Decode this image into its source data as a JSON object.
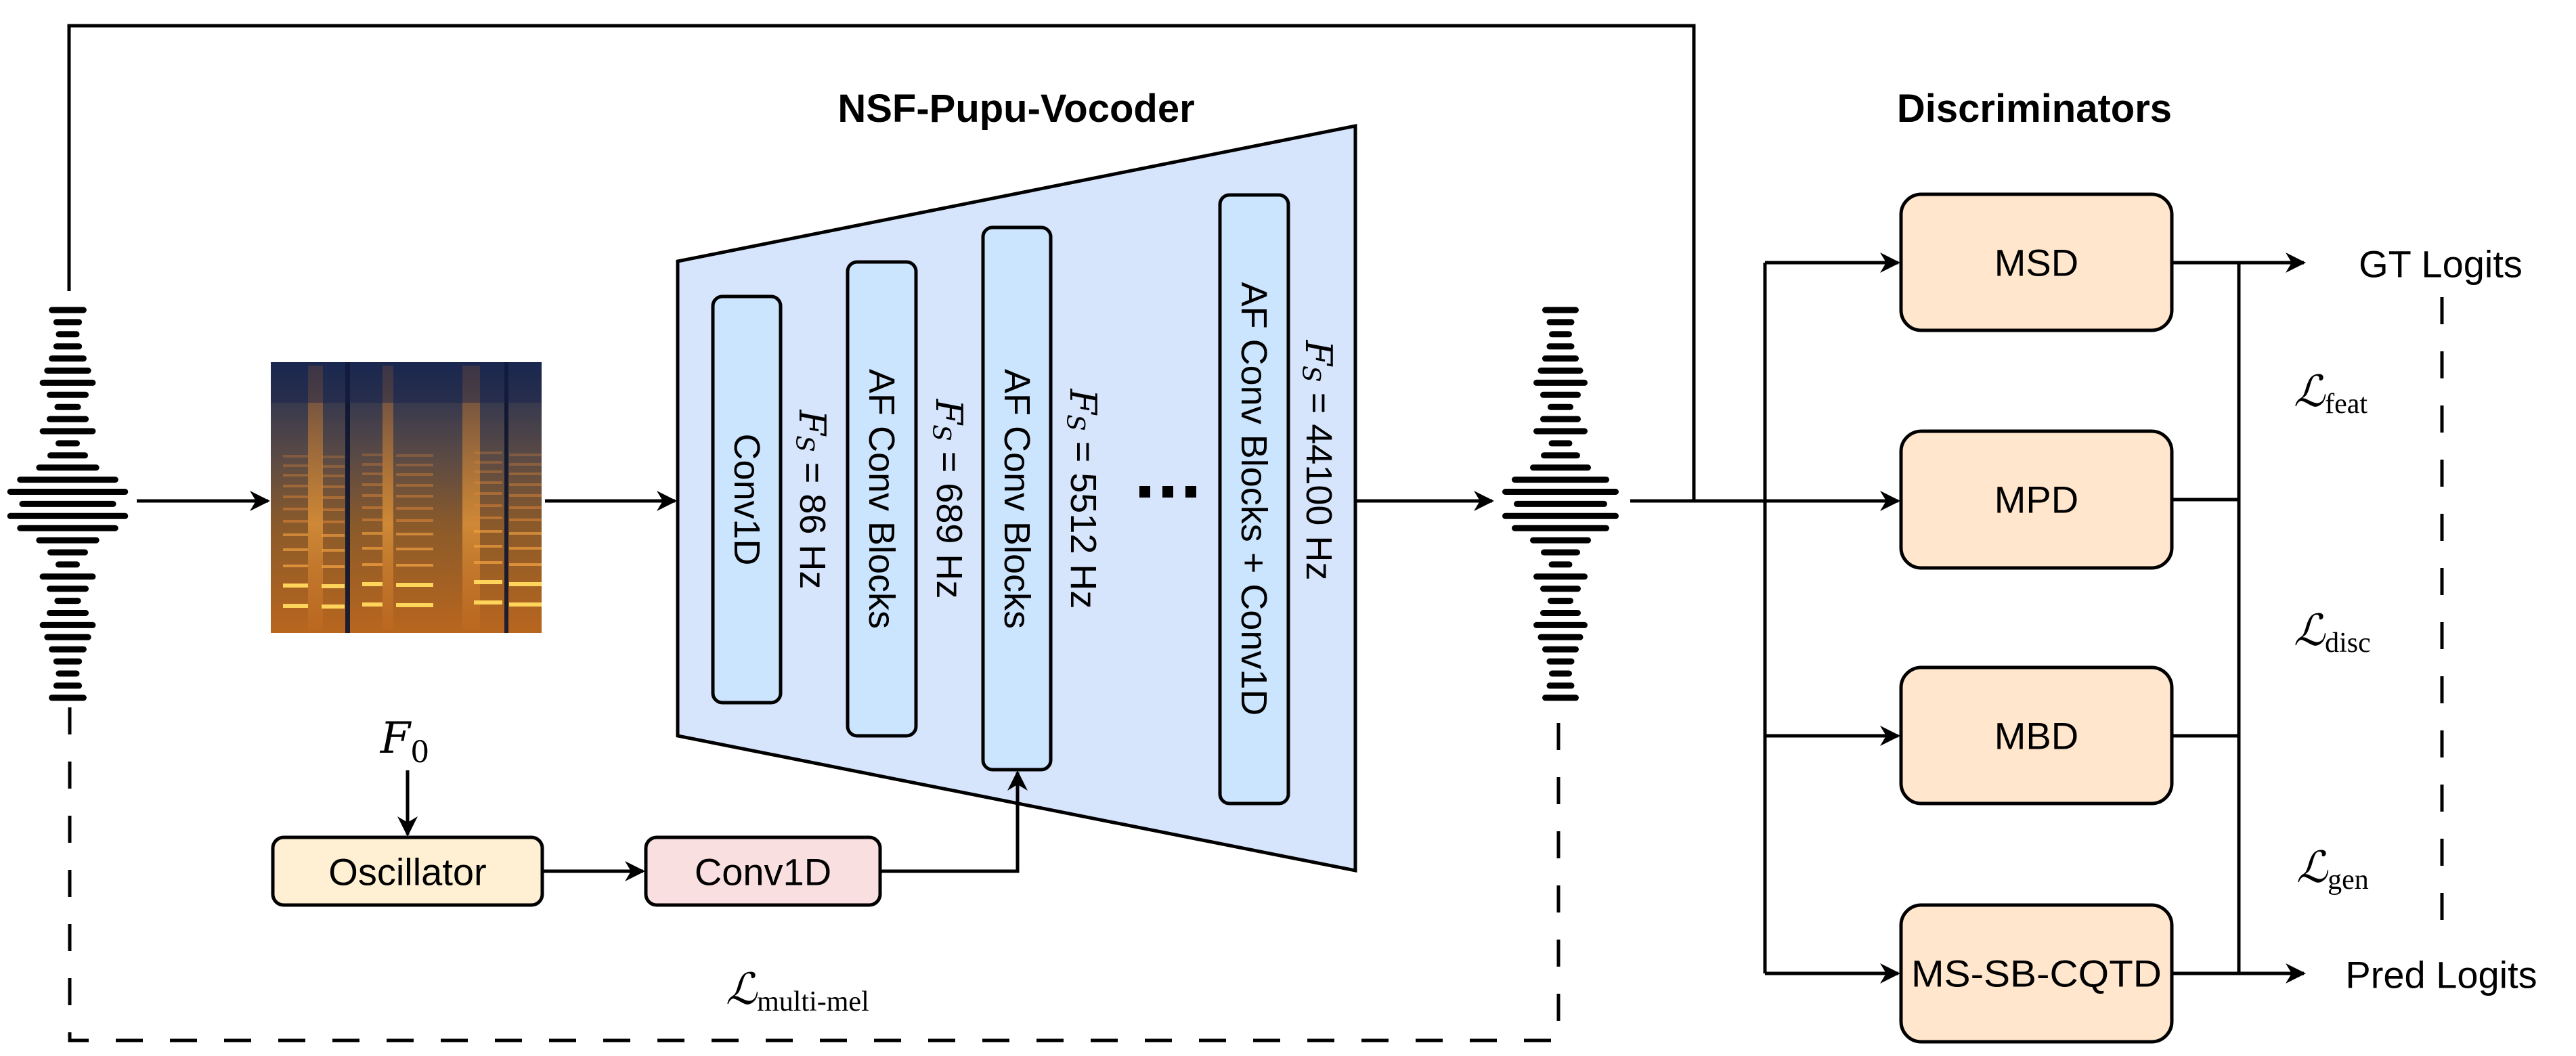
{
  "figure": {
    "generator_title": "NSF-Pupu-Vocoder",
    "discriminators_title": "Discriminators",
    "colors": {
      "generator_fill": "#D6E5FC",
      "block_fill": "#CCE5FF",
      "oscillator_fill": "#FFF0D4",
      "conv_pink_fill": "#FADFE0",
      "discriminator_fill": "#FFE6CC",
      "stroke": "#000000"
    }
  },
  "generator": {
    "blocks": [
      {
        "label": "Conv1D",
        "fs_symbol": "F",
        "fs_sub": "S",
        "fs_value": " = 86 Hz"
      },
      {
        "label": "AF Conv Blocks",
        "fs_symbol": "F",
        "fs_sub": "S",
        "fs_value": " = 689 Hz"
      },
      {
        "label": "AF Conv Blocks",
        "fs_symbol": "F",
        "fs_sub": "S",
        "fs_value": " = 5512 Hz"
      },
      {
        "label": "AF Conv Blocks + Conv1D",
        "fs_symbol": "F",
        "fs_sub": "S",
        "fs_value": " = 44100 Hz"
      }
    ],
    "ellipsis": "…"
  },
  "source": {
    "f0_symbol": "F",
    "f0_sub": "0",
    "oscillator_label": "Oscillator",
    "conv_label": "Conv1D"
  },
  "losses": {
    "multi_mel": {
      "symbol": "ℒ",
      "sub": "multi-mel"
    },
    "feat": {
      "symbol": "ℒ",
      "sub": "feat"
    },
    "disc": {
      "symbol": "ℒ",
      "sub": "disc"
    },
    "gen": {
      "symbol": "ℒ",
      "sub": "gen"
    }
  },
  "discriminators": {
    "items": [
      {
        "label": "MSD"
      },
      {
        "label": "MPD"
      },
      {
        "label": "MBD"
      },
      {
        "label": "MS-SB-CQTD"
      }
    ],
    "gt_label": "GT Logits",
    "pred_label": "Pred Logits"
  },
  "waveform": {
    "bar_lengths": [
      45,
      32,
      25,
      32,
      45,
      58,
      71,
      51,
      29,
      51,
      71,
      26,
      49,
      81,
      135,
      163,
      129,
      163,
      135,
      81,
      49,
      26,
      71,
      51,
      29,
      51,
      71,
      58,
      45,
      32,
      25,
      32,
      45
    ]
  }
}
